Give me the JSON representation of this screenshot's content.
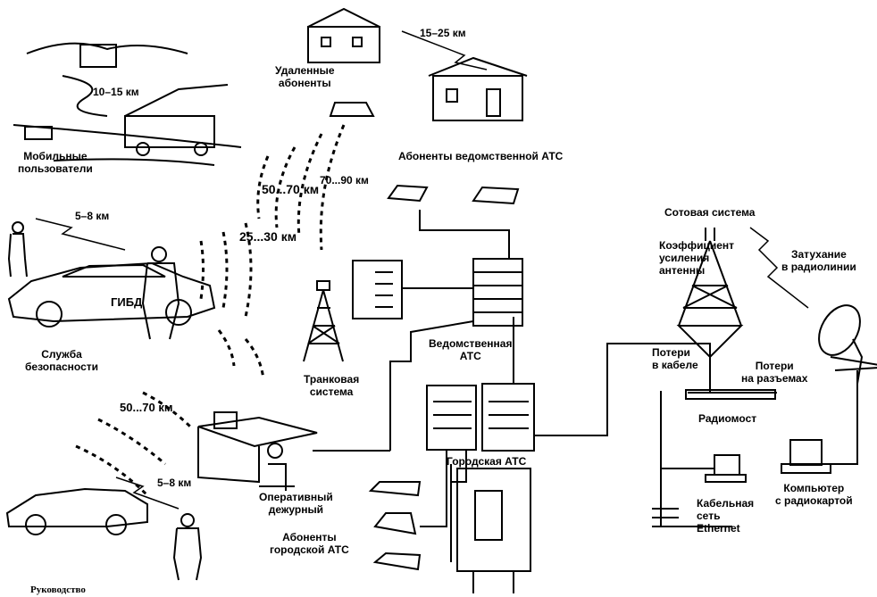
{
  "labels": {
    "remote_subscribers": [
      "Удаленные",
      "абоненты"
    ],
    "dist_15_25": "15–25 км",
    "dist_10_15": "10–15 км",
    "mobile_users": [
      "Мобильные",
      "пользователи"
    ],
    "dept_pbx_subscribers": "Абоненты ведомственной АТС",
    "dist_70_90": "70...90 км",
    "dist_50_70_top": "50...70 км",
    "dist_25_30": "25...30 км",
    "dist_5_8_top": "5–8 км",
    "cellular_system": "Сотовая система",
    "antenna_gain": [
      "Коэффициент",
      "усиления",
      "антенны"
    ],
    "radio_attenuation": [
      "Затухание",
      "в радиолинии"
    ],
    "police_car": "ГИБД",
    "security_service": [
      "Служба",
      "безопасности"
    ],
    "dept_pbx": [
      "Ведомственная",
      "АТС"
    ],
    "trunk_system": [
      "Транковая",
      "система"
    ],
    "cable_losses": [
      "Потери",
      "в кабеле"
    ],
    "connector_losses": [
      "Потери",
      "на разъемах"
    ],
    "radio_bridge": "Радиомост",
    "dist_50_70_bottom": "50...70 км",
    "city_pbx": "Городская АТС",
    "dist_5_8_bottom": "5–8 км",
    "duty_officer": [
      "Оперативный",
      "дежурный"
    ],
    "city_pbx_subscribers": [
      "Абоненты",
      "городской АТС"
    ],
    "cable_network": [
      "Кабельная",
      "сеть",
      "Ethernet"
    ],
    "computer_radio": [
      "Компьютер",
      "с радиокартой"
    ],
    "management": "Руководство"
  }
}
